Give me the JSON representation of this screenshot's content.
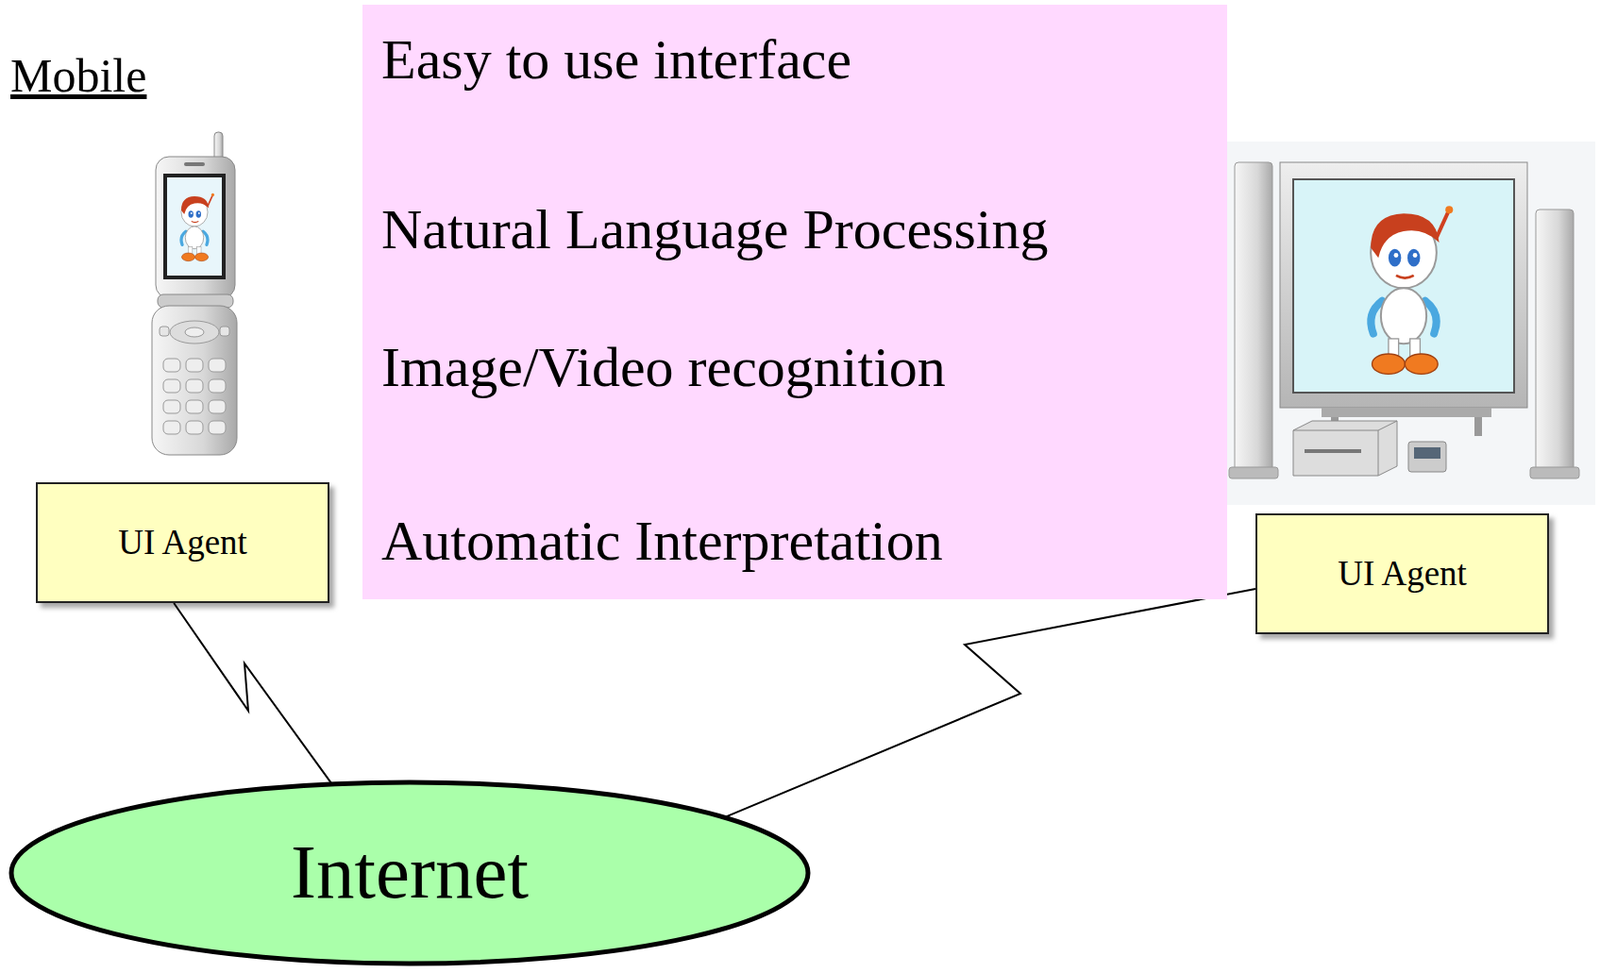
{
  "diagram": {
    "nodes": [
      {
        "text": [
          "Easy to use interface",
          "Natural Language Processing",
          "Image/Video recognition",
          "Automatic Interpretation"
        ]
      },
      {
        "text": [
          "UI Agent"
        ]
      },
      {
        "text": [
          "UI Agent"
        ]
      },
      {
        "text": [
          "Internet"
        ]
      }
    ],
    "edges": [
      {
        "from": 1,
        "to": 3,
        "arrow": "none"
      },
      {
        "from": 2,
        "to": 3,
        "arrow": "none"
      }
    ],
    "labels": [
      "Mobile"
    ]
  }
}
